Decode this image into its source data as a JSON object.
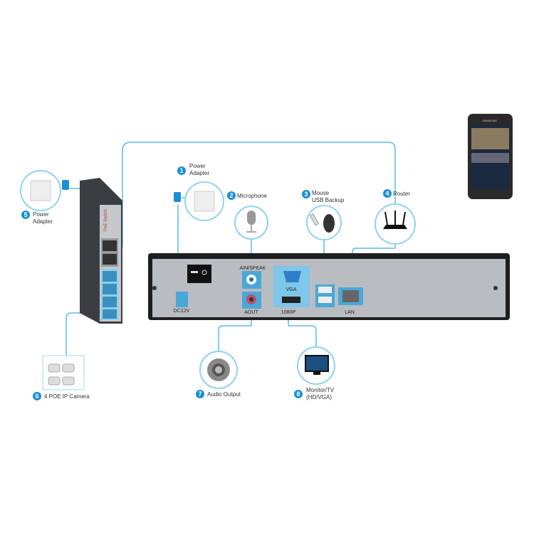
{
  "callouts": [
    {
      "num": "1",
      "line1": "Power",
      "line2": "Adapter"
    },
    {
      "num": "2",
      "line1": "Microphone"
    },
    {
      "num": "3",
      "line1": "Mouse",
      "line2": "USB Backup"
    },
    {
      "num": "4",
      "line1": "Router"
    },
    {
      "num": "5",
      "line1": "Power",
      "line2": "Adapter"
    },
    {
      "num": "6",
      "line1": "4 POE IP Camera"
    },
    {
      "num": "7",
      "line1": "Audio Output"
    },
    {
      "num": "8",
      "line1": "Monitor/TV",
      "line2": "(HD/VGA)"
    }
  ],
  "nvr_ports": {
    "dc": "DC12V",
    "ain": "AIN/SPEAK",
    "aout": "AOUT",
    "vga": "VGA",
    "hdmi": "1080P",
    "lan": "LAN"
  },
  "switch_label": "PoE Switch",
  "phone_brand": "SAMSUNG",
  "colors": {
    "accent": "#1a8fd8",
    "wire": "#5bbbe6",
    "port_blue": "#4aa8d8"
  }
}
